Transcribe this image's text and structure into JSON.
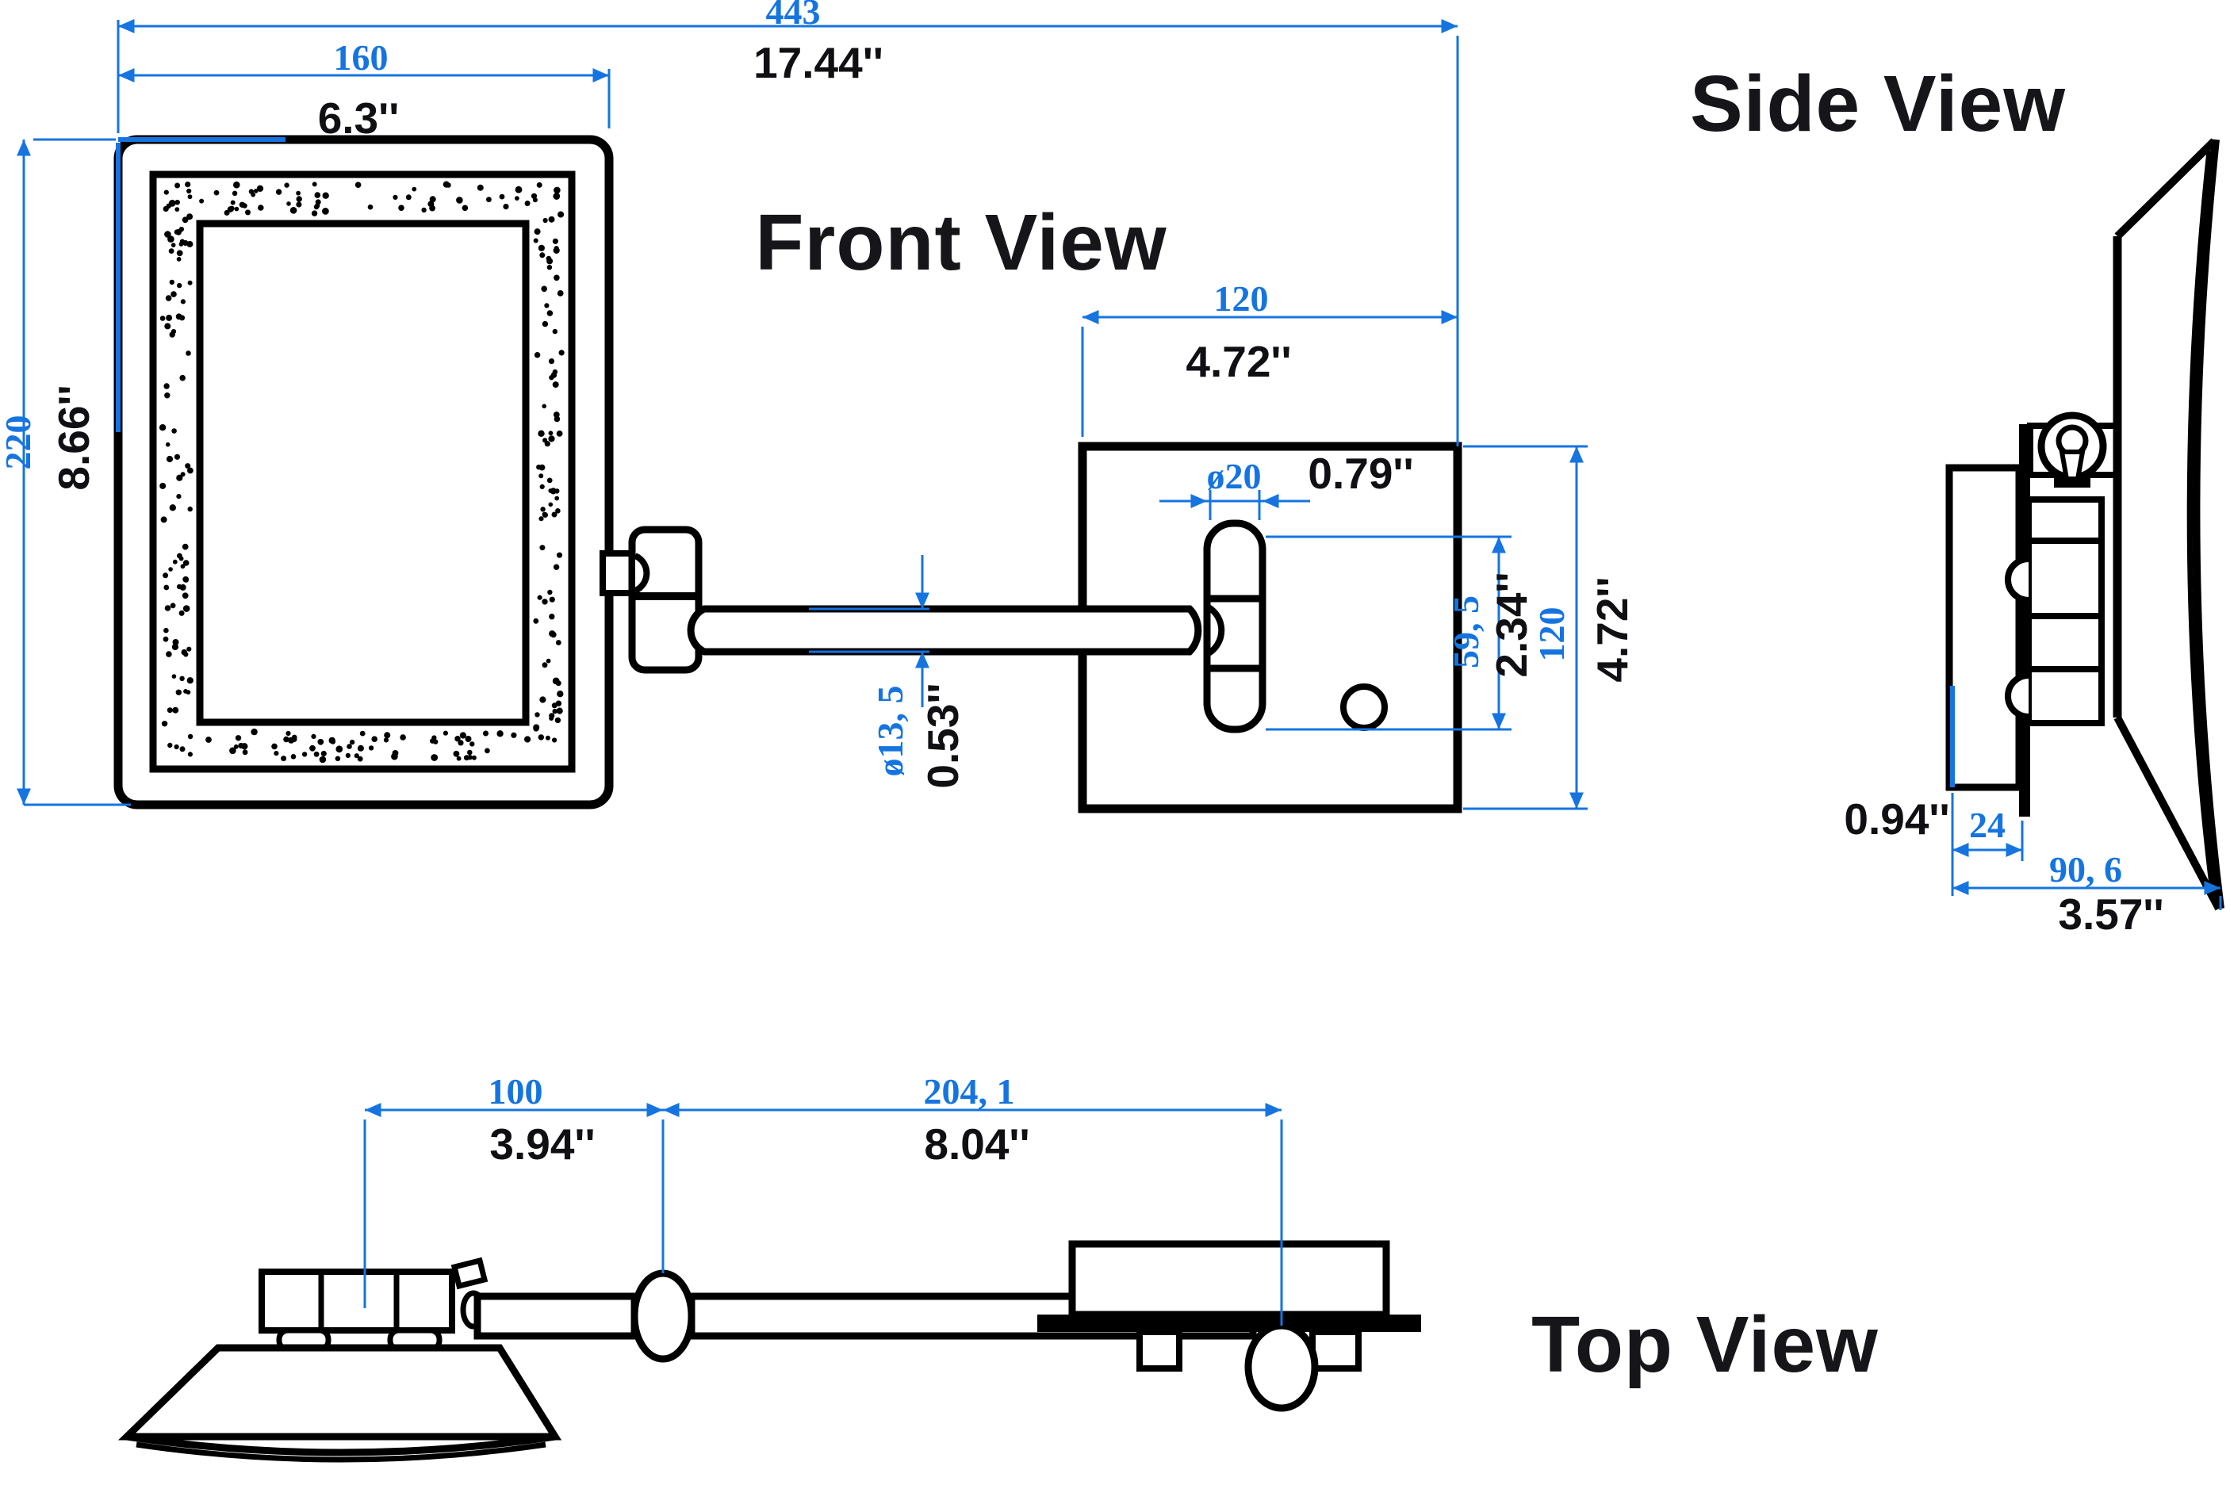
{
  "drawing": {
    "background": "#ffffff",
    "line_color": "#000000",
    "dim_color": "#1574e0",
    "views": {
      "front": {
        "title": "Front View"
      },
      "side": {
        "title": "Side View"
      },
      "top": {
        "title": "Top View"
      }
    },
    "dimensions": {
      "overall_width": {
        "mm": "443",
        "inch": "17.44''"
      },
      "mirror_width": {
        "mm": "160",
        "inch": "6.3''"
      },
      "mirror_height": {
        "mm": "220",
        "inch": "8.66''"
      },
      "plate_width": {
        "mm": "120",
        "inch": "4.72''"
      },
      "hinge_diameter": {
        "mm": "ø20",
        "inch": "0.79''"
      },
      "hinge_height": {
        "mm": "59, 5",
        "inch": "2.34''"
      },
      "plate_height": {
        "mm": "120",
        "inch": "4.72''"
      },
      "arm_diameter": {
        "mm": "ø13, 5",
        "inch": "0.53''"
      },
      "plate_depth": {
        "mm": "24",
        "inch": "0.94''"
      },
      "total_depth": {
        "mm": "90, 6",
        "inch": "3.57''"
      },
      "arm1_length": {
        "mm": "100",
        "inch": "3.94''"
      },
      "arm2_length": {
        "mm": "204, 1",
        "inch": "8.04''"
      }
    }
  }
}
